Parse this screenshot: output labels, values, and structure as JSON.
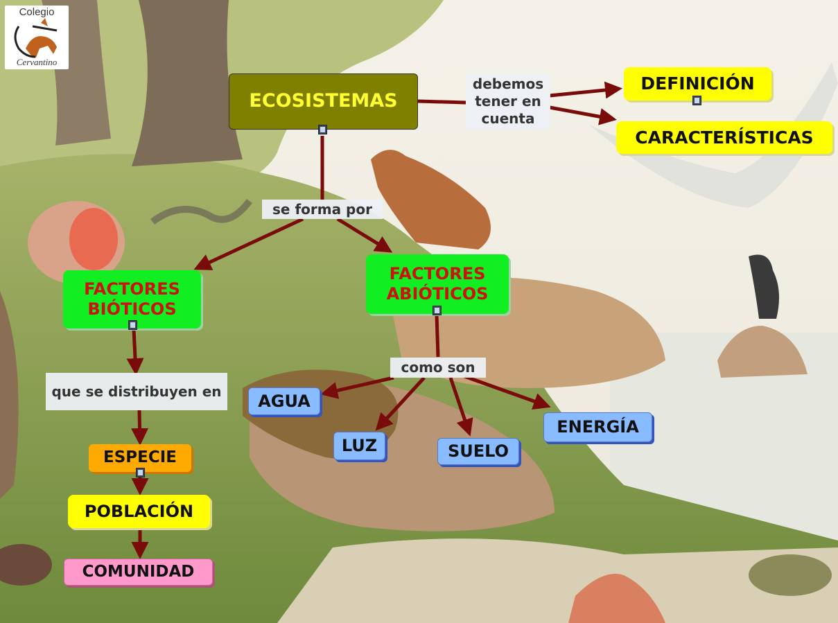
{
  "logo": {
    "top_text": "Colegio",
    "bottom_text": "Cervantino",
    "icon": "horse-rider-logo-icon"
  },
  "colors": {
    "link": "#7a0b0b",
    "olive": "#808000",
    "green": "#11ee22",
    "yellow": "#ffff00",
    "blue": "#88bbff",
    "orange": "#ffaa00",
    "pink": "#ff99cc"
  },
  "nodes": {
    "ecosistemas": "ECOSISTEMAS",
    "definicion": "DEFINICIÓN",
    "caracteristicas": "CARACTERÍSTICAS",
    "factores_bioticos": "FACTORES BIÓTICOS",
    "factores_abioticos": "FACTORES ABIÓTICOS",
    "agua": "AGUA",
    "luz": "LUZ",
    "suelo": "SUELO",
    "energia": "ENERGÍA",
    "especie": "ESPECIE",
    "poblacion": "POBLACIÓN",
    "comunidad": "COMUNIDAD"
  },
  "links": {
    "debemos": "debemos tener en cuenta",
    "se_forma": "se forma por",
    "como_son": "como son",
    "distribuyen": "que se distribuyen en"
  },
  "icons": {
    "resource": "film-resource-icon"
  }
}
